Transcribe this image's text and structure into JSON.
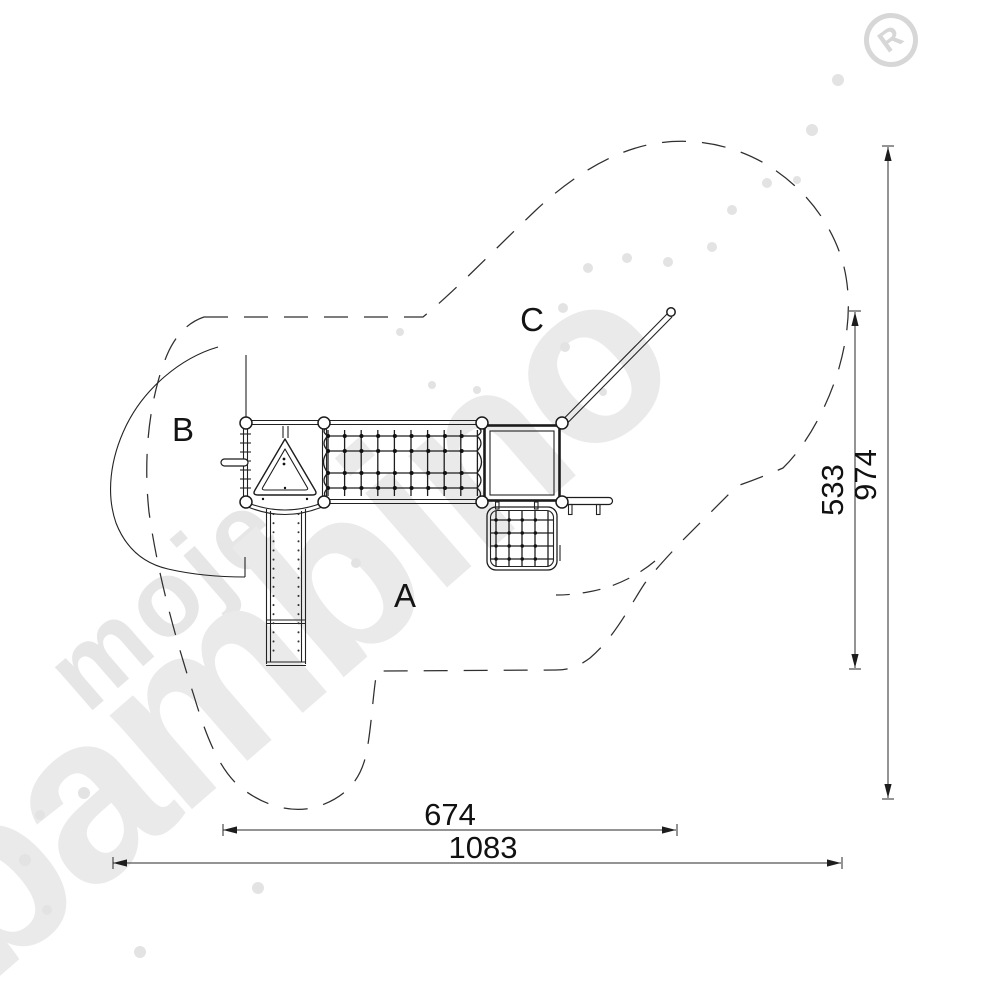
{
  "zones": {
    "a": "A",
    "b": "B",
    "c": "C"
  },
  "dimensions": {
    "inner_width": "674",
    "total_width": "1083",
    "inner_height": "533",
    "total_height": "974"
  },
  "watermark": {
    "line1": "moje",
    "line2": "bambino",
    "registered_mark": "R"
  }
}
